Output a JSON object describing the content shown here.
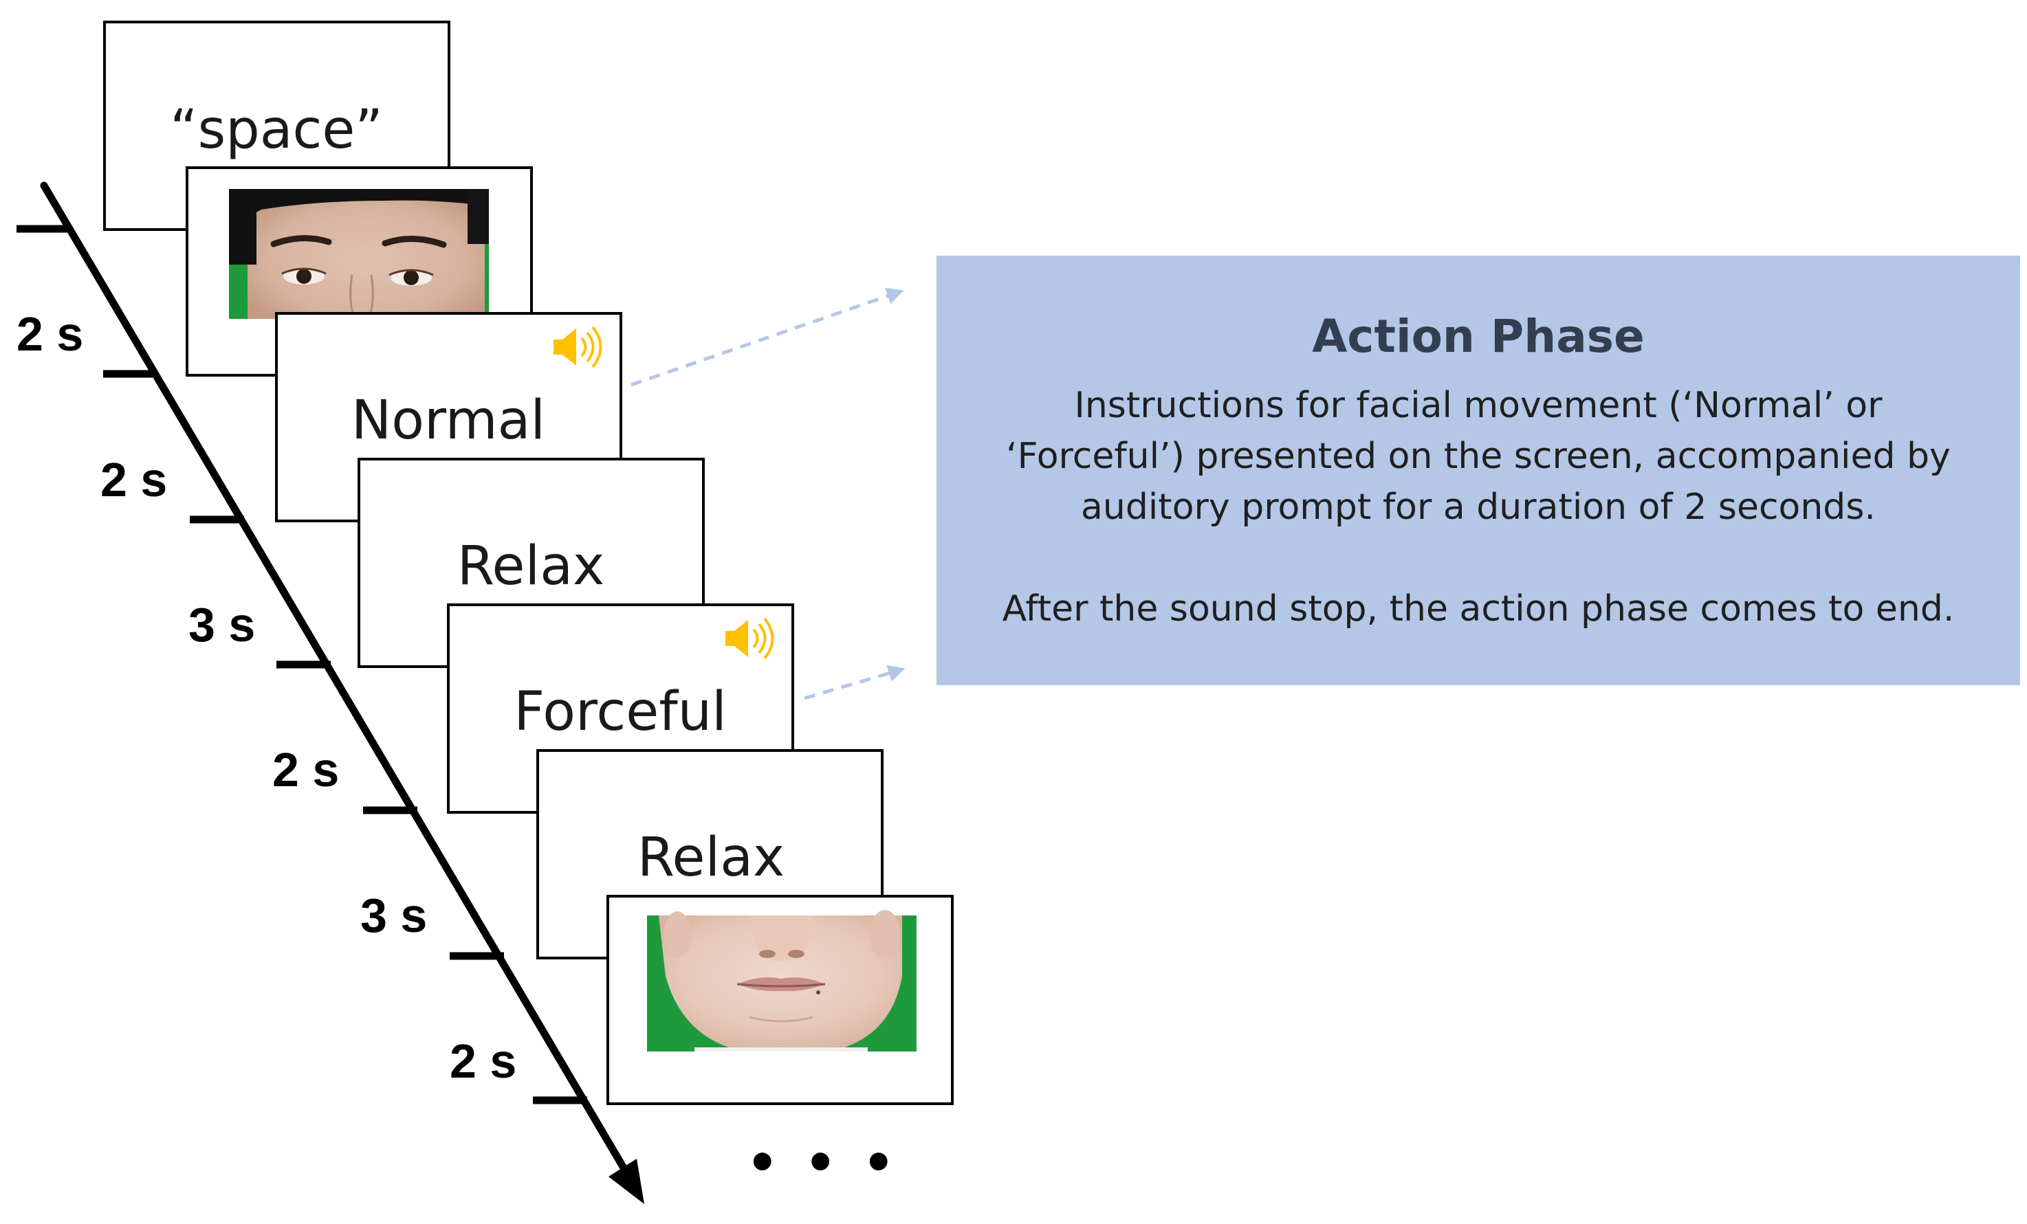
{
  "frames": [
    {
      "kind": "text",
      "text": "“space”"
    },
    {
      "kind": "image",
      "image": "face-eyes-region-photo"
    },
    {
      "kind": "text",
      "text": "Normal",
      "icon": "speaker-icon"
    },
    {
      "kind": "text",
      "text": "Relax"
    },
    {
      "kind": "text",
      "text": "Forceful",
      "icon": "speaker-icon"
    },
    {
      "kind": "text",
      "text": "Relax"
    },
    {
      "kind": "image",
      "image": "face-mouth-region-photo"
    }
  ],
  "timeline": {
    "durations": [
      "2 s",
      "2 s",
      "3 s",
      "2 s",
      "3 s",
      "2 s"
    ],
    "continuation": "• • •"
  },
  "action_phase": {
    "title": "Action Phase",
    "description": "Instructions for facial movement (‘Normal’ or ‘Forceful’) presented on the screen, accompanied by auditory prompt for a duration of 2 seconds.",
    "note": "After the sound stop, the action phase comes to end."
  },
  "colors": {
    "panel_fill": "#b4c7e7",
    "speaker": "#ffc000",
    "arrow": "#b4c7e7",
    "photo_background": "#1e9a3c"
  }
}
